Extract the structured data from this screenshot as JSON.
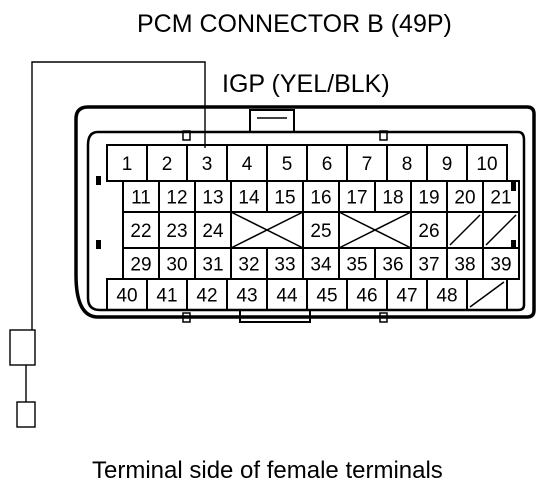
{
  "title": "PCM CONNECTOR B (49P)",
  "wire_label": "IGP (YEL/BLK)",
  "caption": "Terminal side of female terminals",
  "highlighted_pin": "3",
  "colors": {
    "line": "#000000",
    "background": "#ffffff"
  },
  "rows": [
    {
      "cells": [
        "1",
        "2",
        "3",
        "4",
        "5",
        "6",
        "7",
        "8",
        "9",
        "10"
      ]
    },
    {
      "cells": [
        "11",
        "12",
        "13",
        "14",
        "15",
        "16",
        "17",
        "18",
        "19",
        "20",
        "21"
      ]
    },
    {
      "cells": [
        "22",
        "23",
        "24",
        "X",
        "25",
        "X",
        "26",
        "/",
        "/"
      ]
    },
    {
      "cells": [
        "29",
        "30",
        "31",
        "32",
        "33",
        "34",
        "35",
        "36",
        "37",
        "38",
        "39"
      ]
    },
    {
      "cells": [
        "40",
        "41",
        "42",
        "43",
        "44",
        "45",
        "46",
        "47",
        "48",
        "/"
      ]
    }
  ]
}
